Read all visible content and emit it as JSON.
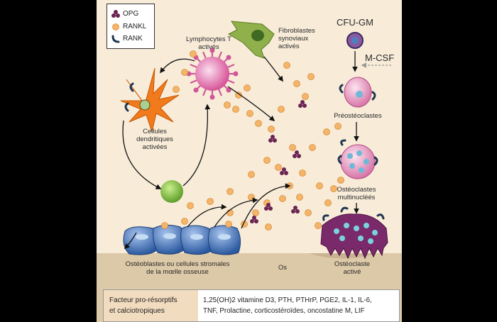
{
  "legend": {
    "opg": "OPG",
    "rankl": "RANKL",
    "rank": "RANK"
  },
  "labels": {
    "lymphocytes": "Lymphocytes T activés",
    "fibroblastes": "Fibroblastes synoviaux activés",
    "dendritic": "Cellules dendritiques activées",
    "cfu": "CFU-GM",
    "mcsf": "M-CSF",
    "preosteo": "Préostéoclastes",
    "osteomulti": "Ostéoclastes multinucléés",
    "osteoblasts": "Ostéoblastes ou cellules stromales de la mœlle osseuse",
    "os": "Os",
    "osteoclast_active": "Ostéoclaste activé"
  },
  "footer": {
    "left_line1": "Facteur pro-résorptifs",
    "left_line2": "et calciotropiques",
    "right_line1": "1,25(OH)2 vitamine D3, PTH, PTHrP, PGE2, IL-1, IL-6,",
    "right_line2": "TNF, Prolactine, corticostéroïdes, oncostatine M, LIF"
  },
  "colors": {
    "background": "#f8ecd9",
    "rankl": "#f2b56a",
    "opg": "#6b2452",
    "rank": "#1f3550",
    "bone": "#d9c6a6",
    "osteoblast": "#3e6db2",
    "osteoclast": "#7a2a6a",
    "lymphocyte": "#e58fc0",
    "dendritic": "#f07a1c",
    "green_cell": "#8cc63f",
    "fibroblast": "#7ea23a"
  }
}
